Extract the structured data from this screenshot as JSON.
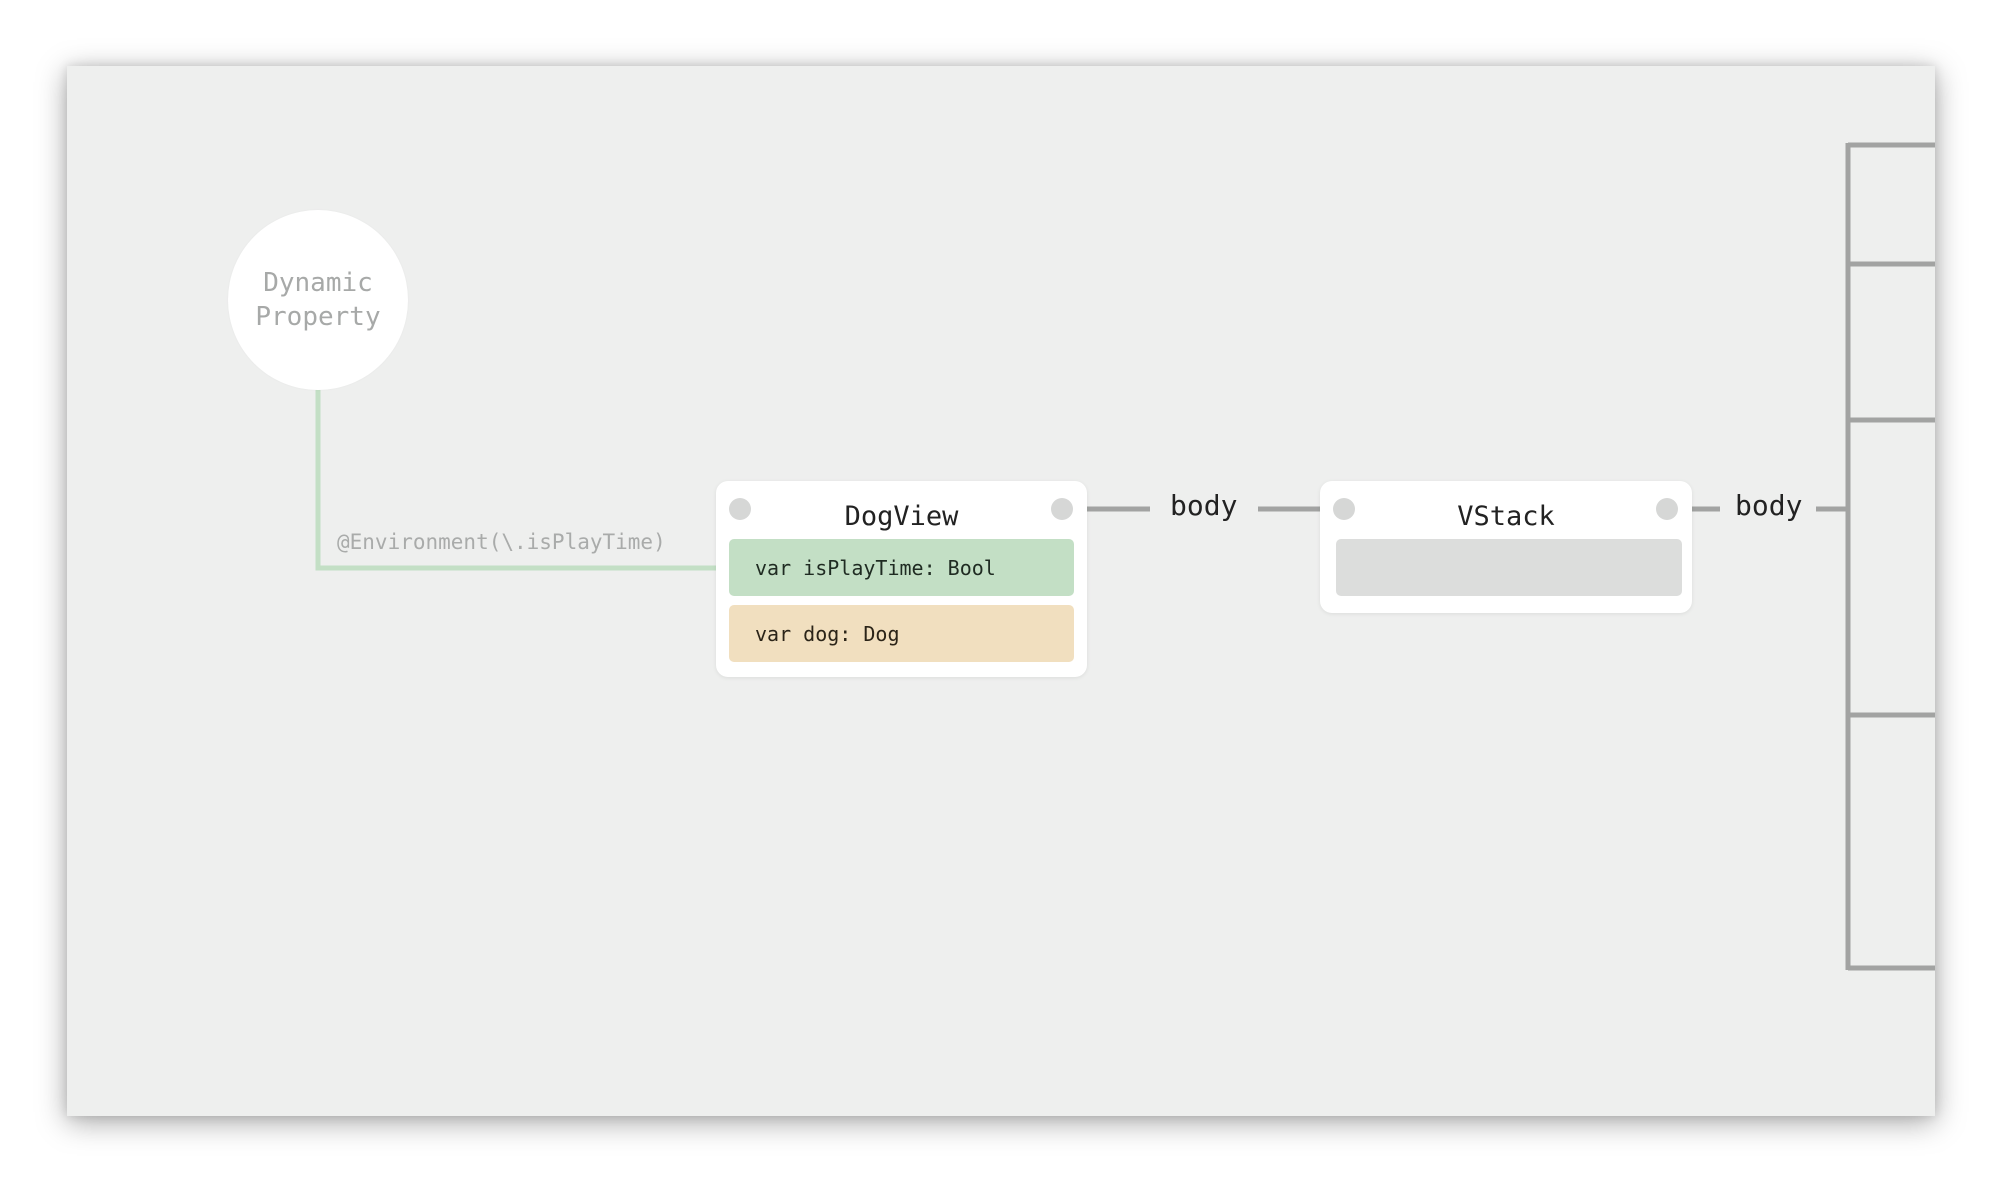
{
  "dynamic_property": {
    "line1": "Dynamic",
    "line2": "Property"
  },
  "edge_label": "@Environment(\\.isPlayTime)",
  "dogview": {
    "title": "DogView",
    "fields": [
      {
        "text": "var isPlayTime: Bool",
        "color": "#c3dfc5"
      },
      {
        "text": "var dog: Dog",
        "color": "#f1dfbf"
      }
    ]
  },
  "body_label_1": "body",
  "vstack": {
    "title": "VStack"
  },
  "body_label_2": "body",
  "colors": {
    "environment_line": "#c3dfc5",
    "connector": "#a2a3a2",
    "background": "#eeefee"
  }
}
